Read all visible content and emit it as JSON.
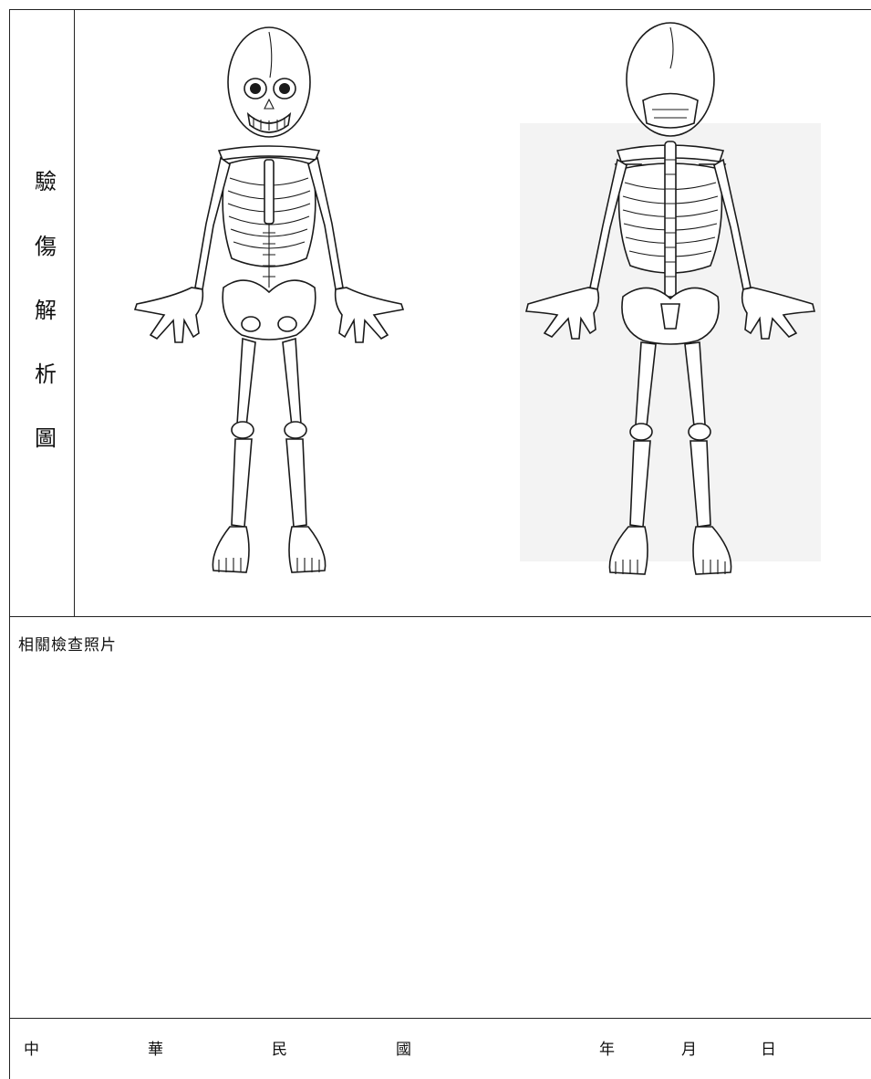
{
  "side_title_chars": [
    "驗",
    "傷",
    "解",
    "析",
    "圖"
  ],
  "photos_section": {
    "label": "相關檢查照片"
  },
  "date_line": {
    "chars": [
      "中",
      "華",
      "民",
      "國",
      "年",
      "月",
      "日"
    ]
  },
  "figures": {
    "front_view": "skeleton-front",
    "back_view": "skeleton-back"
  }
}
